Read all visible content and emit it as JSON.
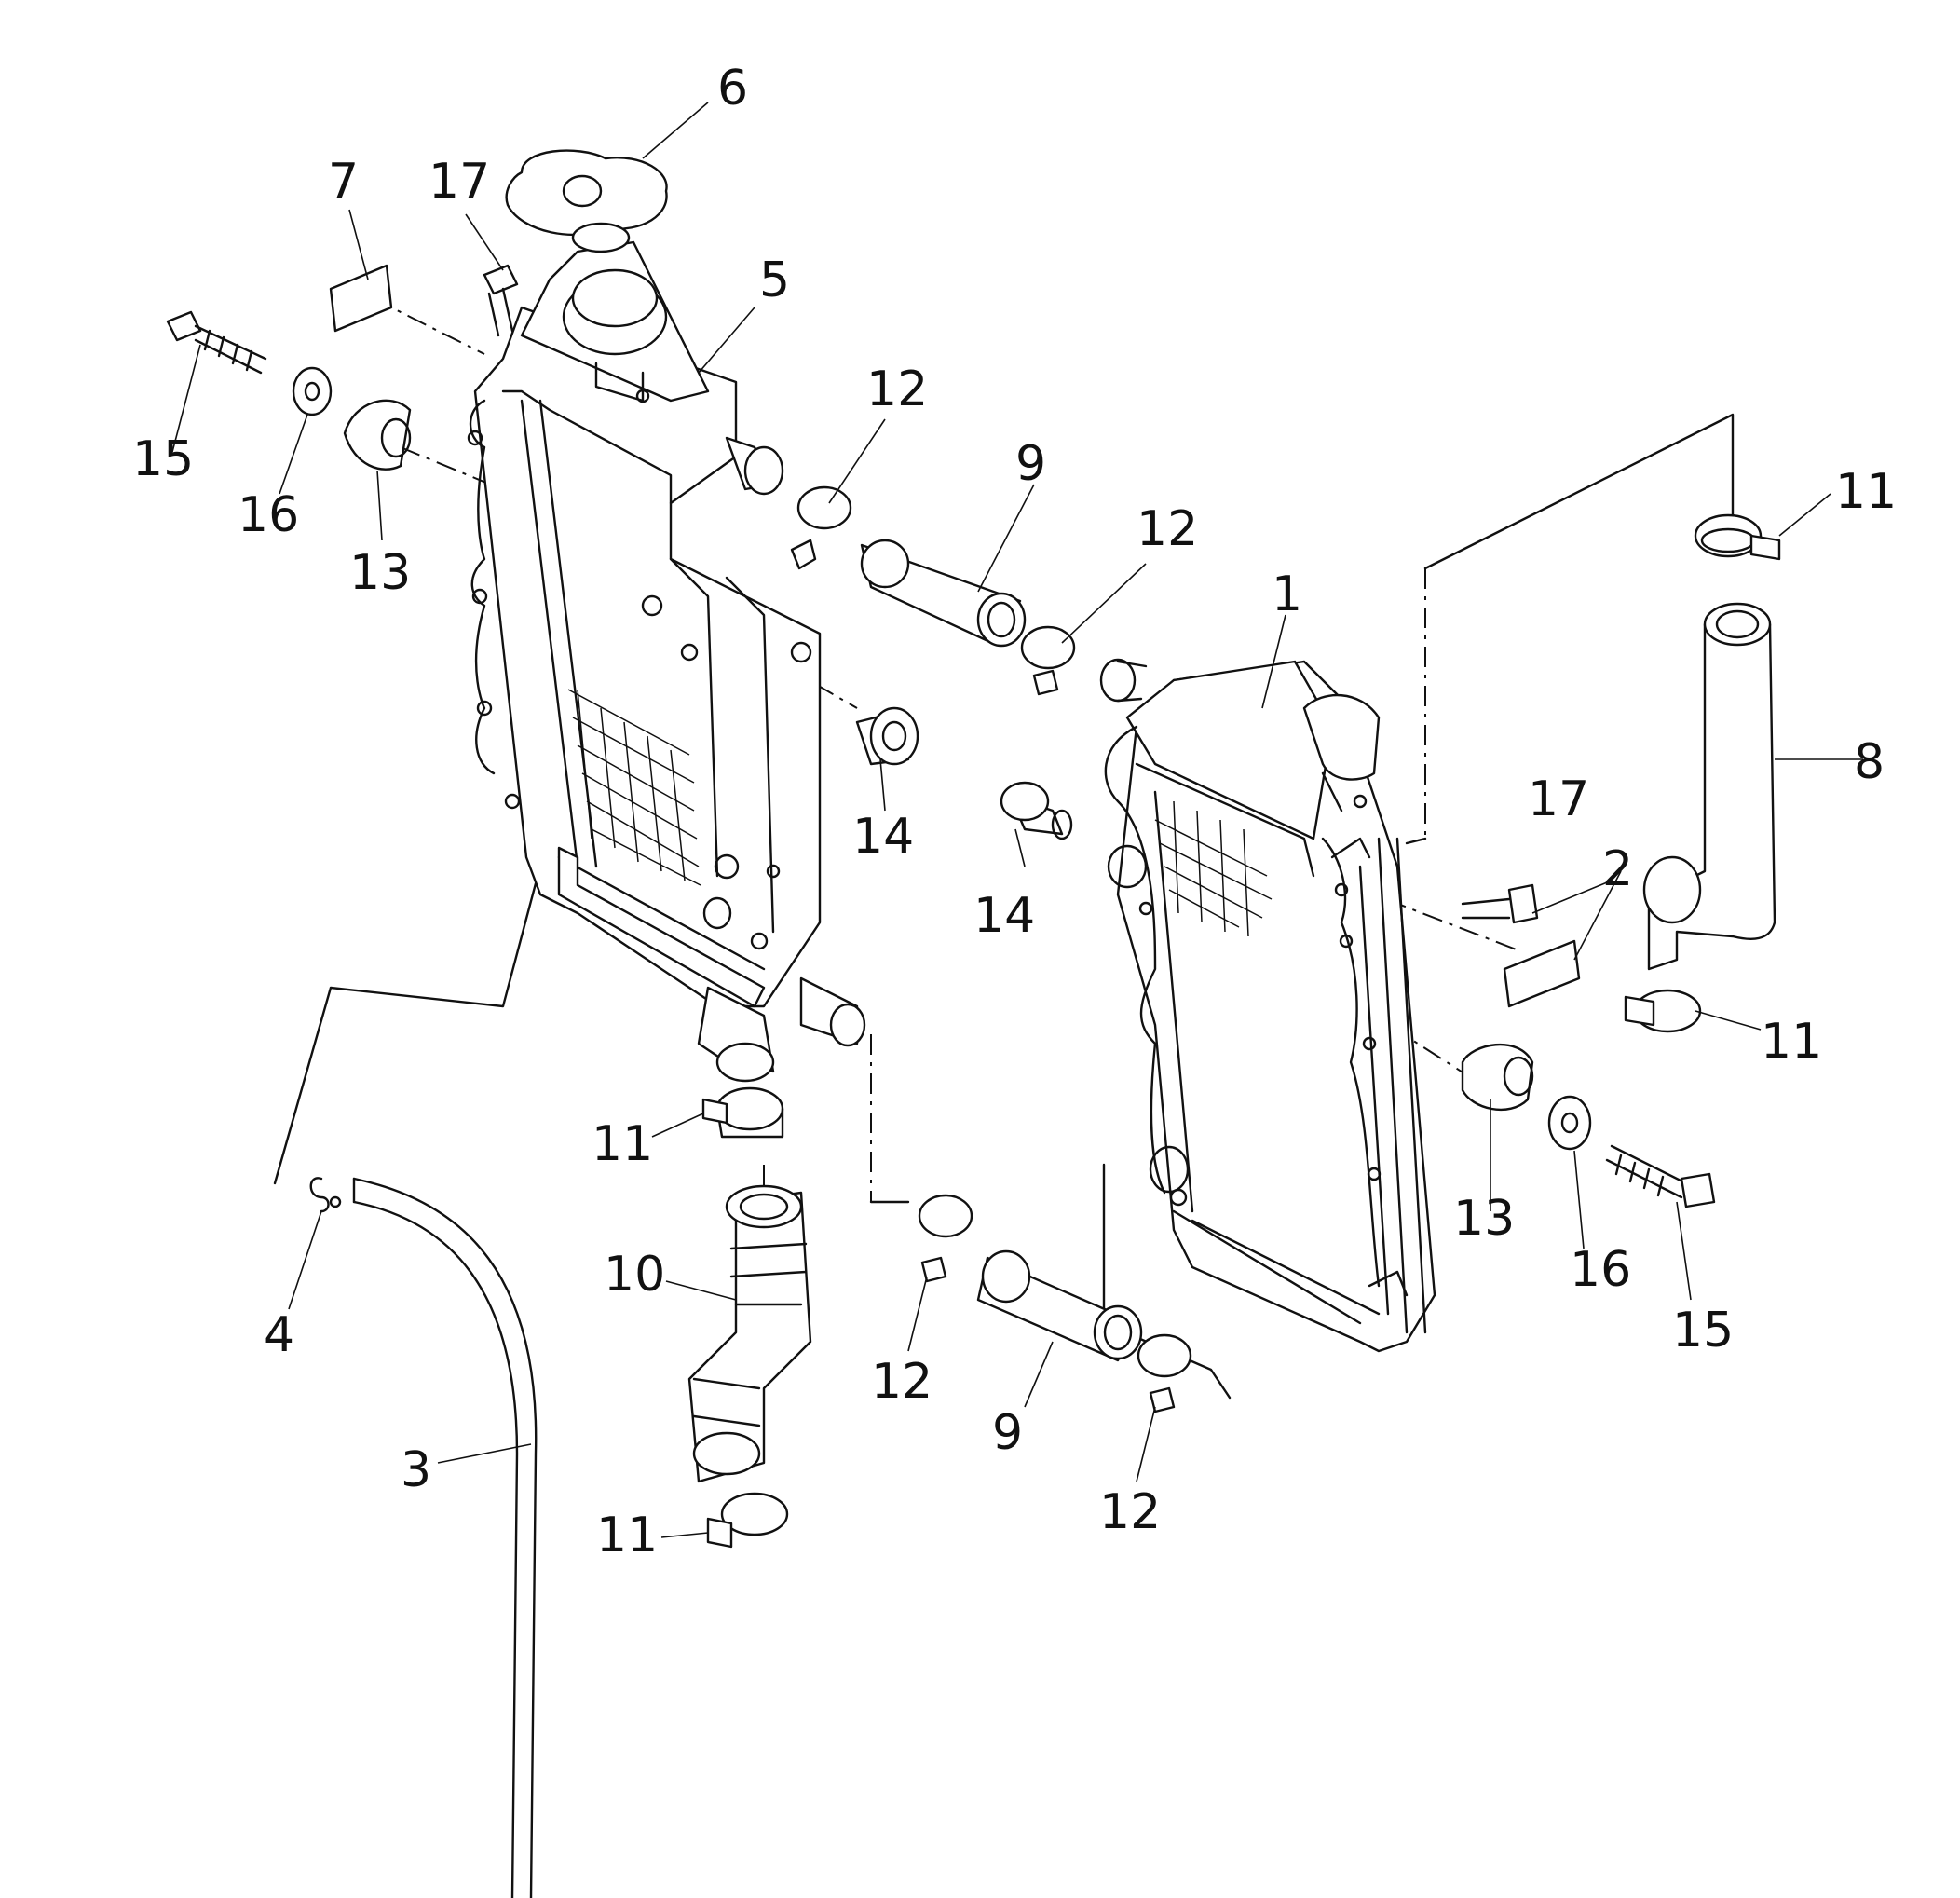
{
  "labels": {
    "p1": "1",
    "p2": "2",
    "p3": "3",
    "p4": "4",
    "p5": "5",
    "p6": "6",
    "p7": "7",
    "p8": "8",
    "p9a": "9",
    "p9b": "9",
    "p10": "10",
    "p11a": "11",
    "p11b": "11",
    "p11c": "11",
    "p11d": "11",
    "p12a": "12",
    "p12b": "12",
    "p12c": "12",
    "p12d": "12",
    "p13a": "13",
    "p13b": "13",
    "p14a": "14",
    "p14b": "14",
    "p15a": "15",
    "p15b": "15",
    "p16a": "16",
    "p16b": "16",
    "p17a": "17",
    "p17b": "17"
  }
}
